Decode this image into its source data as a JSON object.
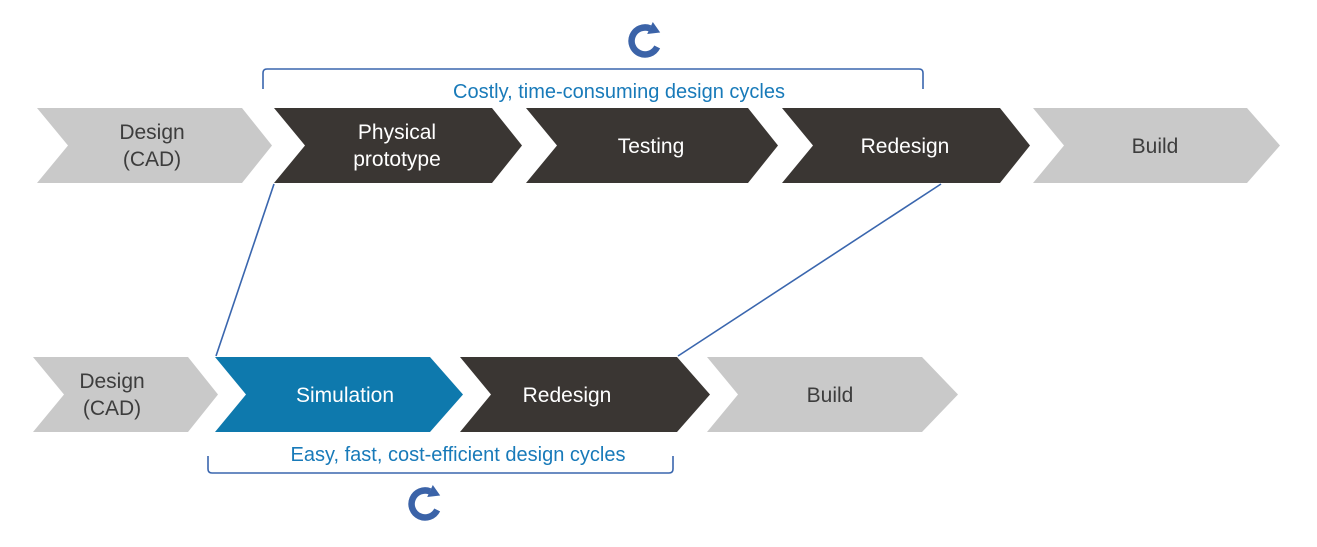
{
  "colors": {
    "arrow_gray": "#c9c9c9",
    "arrow_dark": "#3a3633",
    "arrow_blue": "#0e79ad",
    "bracket_blue": "#3a66ae",
    "annotation_blue": "#187ab9",
    "icon_blue": "#3b63a8",
    "text_on_dark": "#ffffff",
    "text_on_gray": "#3d3d3d"
  },
  "icons": {
    "top_cycle": "refresh-cycle-arrow",
    "bottom_cycle": "refresh-cycle-arrow"
  },
  "top_flow": {
    "annotation": "Costly, time-consuming design cycles",
    "steps": [
      {
        "label": "Design",
        "label2": "(CAD)",
        "variant": "gray"
      },
      {
        "label": "Physical",
        "label2": "prototype",
        "variant": "dark"
      },
      {
        "label": "Testing",
        "variant": "dark"
      },
      {
        "label": "Redesign",
        "variant": "dark"
      },
      {
        "label": "Build",
        "variant": "gray"
      }
    ]
  },
  "bottom_flow": {
    "annotation": "Easy, fast, cost-efficient design cycles",
    "steps": [
      {
        "label": "Design",
        "label2": "(CAD)",
        "variant": "gray"
      },
      {
        "label": "Simulation",
        "variant": "blue"
      },
      {
        "label": "Redesign",
        "variant": "dark"
      },
      {
        "label": "Build",
        "variant": "gray"
      }
    ]
  }
}
